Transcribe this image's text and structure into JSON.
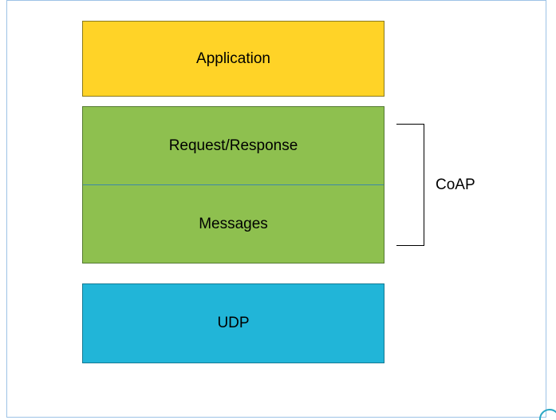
{
  "stack": {
    "application": {
      "label": "Application",
      "color": "#FFD327"
    },
    "request_response": {
      "label": "Request/Response",
      "color": "#8EC04F"
    },
    "messages": {
      "label": "Messages",
      "color": "#8EC04F"
    },
    "udp": {
      "label": "UDP",
      "color": "#21B5D8"
    }
  },
  "bracket": {
    "label": "CoAP"
  },
  "colors": {
    "page_border": "#9DC3E6",
    "bracket_line": "#000000",
    "text": "#000000",
    "corner_decoration": "#2AA7C4"
  }
}
